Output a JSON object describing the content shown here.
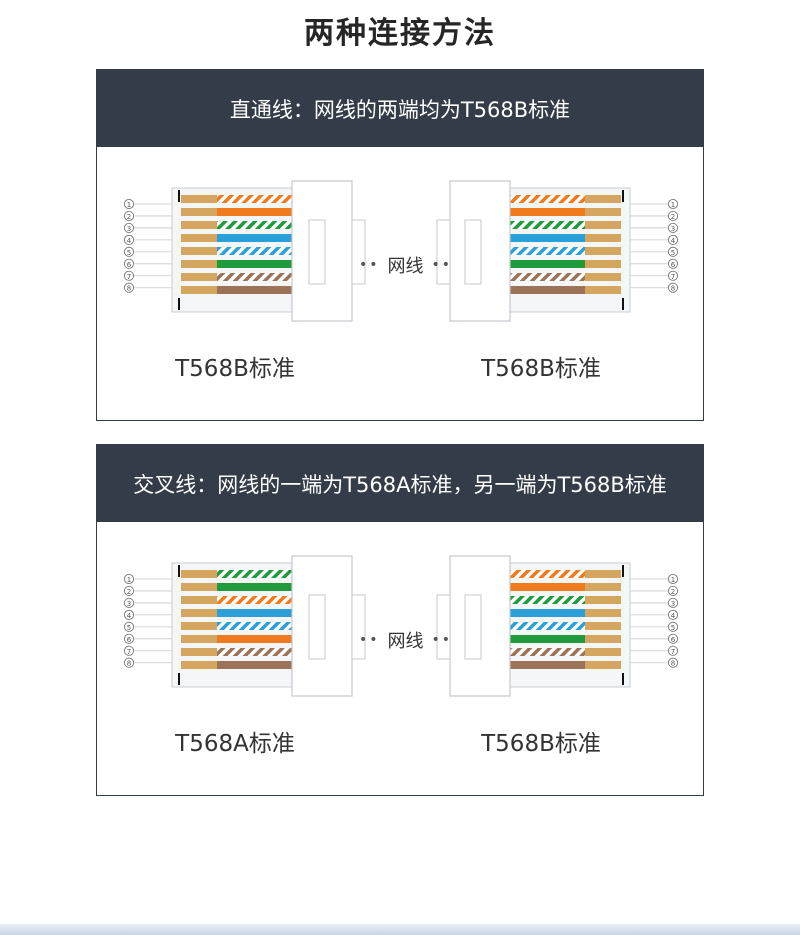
{
  "title": "两种连接方法",
  "panels": [
    {
      "header": "直通线：网线的两端均为T568B标准",
      "cable_label": "网线",
      "left_caption": "T568B标准",
      "right_caption": "T568B标准",
      "left_standard": "T568B",
      "right_standard": "T568B"
    },
    {
      "header": "交叉线：网线的一端为T568A标准，另一端为T568B标准",
      "cable_label": "网线",
      "left_caption": "T568A标准",
      "right_caption": "T568B标准",
      "left_standard": "T568A",
      "right_standard": "T568B"
    }
  ],
  "pin_numbers": [
    "1",
    "2",
    "3",
    "4",
    "5",
    "6",
    "7",
    "8"
  ],
  "colors": {
    "header_bg": "#333c48",
    "orange": "#f07a1e",
    "green": "#1f9a3c",
    "blue": "#2a9fd8",
    "brown": "#9b7358",
    "white_base": "#ffffff",
    "copper": "#d4a660"
  },
  "wiring_standards": {
    "T568A": [
      "white-green",
      "green",
      "white-orange",
      "blue",
      "white-blue",
      "orange",
      "white-brown",
      "brown"
    ],
    "T568B": [
      "white-orange",
      "orange",
      "white-green",
      "blue",
      "white-blue",
      "green",
      "white-brown",
      "brown"
    ]
  }
}
